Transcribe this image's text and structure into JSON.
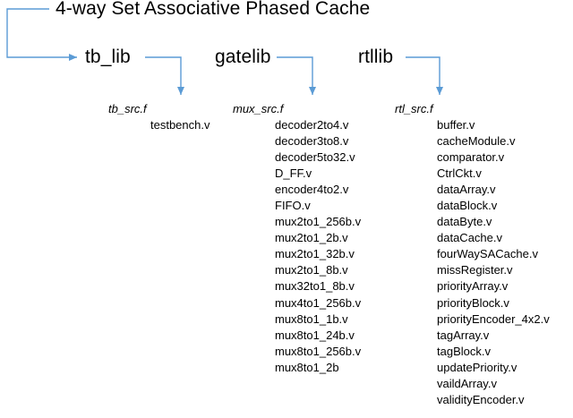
{
  "title": "4-way Set Associative Phased Cache",
  "colors": {
    "connector": "#5b9bd5",
    "text": "#000000"
  },
  "libraries": [
    {
      "name": "tb_lib",
      "filelist": "tb_src.f",
      "files": [
        "testbench.v"
      ]
    },
    {
      "name": "gatelib",
      "filelist": "mux_src.f",
      "files": [
        "decoder2to4.v",
        "decoder3to8.v",
        "decoder5to32.v",
        "D_FF.v",
        "encoder4to2.v",
        "FIFO.v",
        "mux2to1_256b.v",
        "mux2to1_2b.v",
        "mux2to1_32b.v",
        "mux2to1_8b.v",
        "mux32to1_8b.v",
        "mux4to1_256b.v",
        "mux8to1_1b.v",
        "mux8to1_24b.v",
        "mux8to1_256b.v",
        "mux8to1_2b"
      ]
    },
    {
      "name": "rtllib",
      "filelist": "rtl_src.f",
      "files": [
        "buffer.v",
        "cacheModule.v",
        "comparator.v",
        "CtrlCkt.v",
        "dataArray.v",
        "dataBlock.v",
        "dataByte.v",
        "dataCache.v",
        "fourWaySACache.v",
        "missRegister.v",
        "priorityArray.v",
        "priorityBlock.v",
        "priorityEncoder_4x2.v",
        "tagArray.v",
        "tagBlock.v",
        "updatePriority.v",
        "vaildArray.v",
        "validityEncoder.v"
      ]
    }
  ]
}
